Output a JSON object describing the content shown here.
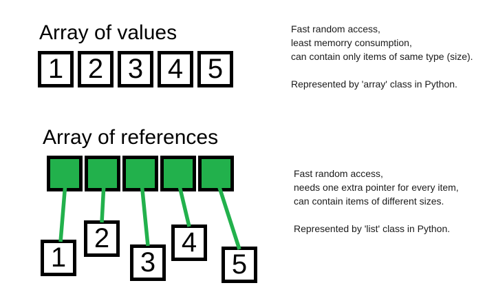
{
  "values_section": {
    "title": "Array of values",
    "cells": [
      "1",
      "2",
      "3",
      "4",
      "5"
    ],
    "notes": [
      "Fast random access,",
      "least memorry consumption,",
      "can contain only items of same type (size)."
    ],
    "represented": "Represented by 'array' class in Python."
  },
  "references_section": {
    "title": "Array of references",
    "pointer_slot_count": 5,
    "value_boxes": [
      "1",
      "2",
      "3",
      "4",
      "5"
    ],
    "notes": [
      "Fast random access,",
      "needs one extra pointer for every item,",
      "can contain items of different sizes."
    ],
    "represented": "Represented by 'list' class in Python."
  },
  "connections": [
    {
      "from": "pointer-slot-1",
      "to": "ref-value-box-1"
    },
    {
      "from": "pointer-slot-2",
      "to": "ref-value-box-2"
    },
    {
      "from": "pointer-slot-3",
      "to": "ref-value-box-3"
    },
    {
      "from": "pointer-slot-4",
      "to": "ref-value-box-4"
    },
    {
      "from": "pointer-slot-5",
      "to": "ref-value-box-5"
    }
  ],
  "colors": {
    "pointer_green": "#22B14C",
    "box_border": "#000000",
    "background": "#ffffff"
  }
}
